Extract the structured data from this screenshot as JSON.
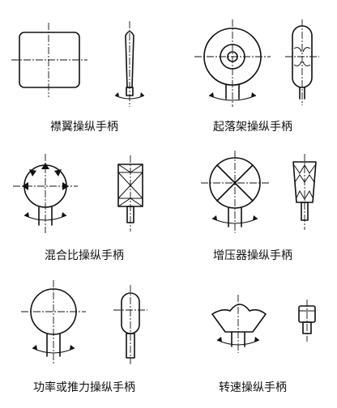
{
  "colors": {
    "ink": "#111111",
    "background": "#ffffff"
  },
  "handles": [
    {
      "id": "flap",
      "caption": "襟翼操纵手柄",
      "icon": "flap-handle-icon"
    },
    {
      "id": "landing-gear",
      "caption": "起落架操纵手柄",
      "icon": "landing-gear-handle-icon"
    },
    {
      "id": "mixture",
      "caption": "混合比操纵手柄",
      "icon": "mixture-handle-icon"
    },
    {
      "id": "supercharger",
      "caption": "增压器操纵手柄",
      "icon": "supercharger-handle-icon"
    },
    {
      "id": "power-thrust",
      "caption": "功率或推力操纵手柄",
      "icon": "power-thrust-handle-icon"
    },
    {
      "id": "speed",
      "caption": "转速操纵手柄",
      "icon": "speed-handle-icon"
    }
  ]
}
